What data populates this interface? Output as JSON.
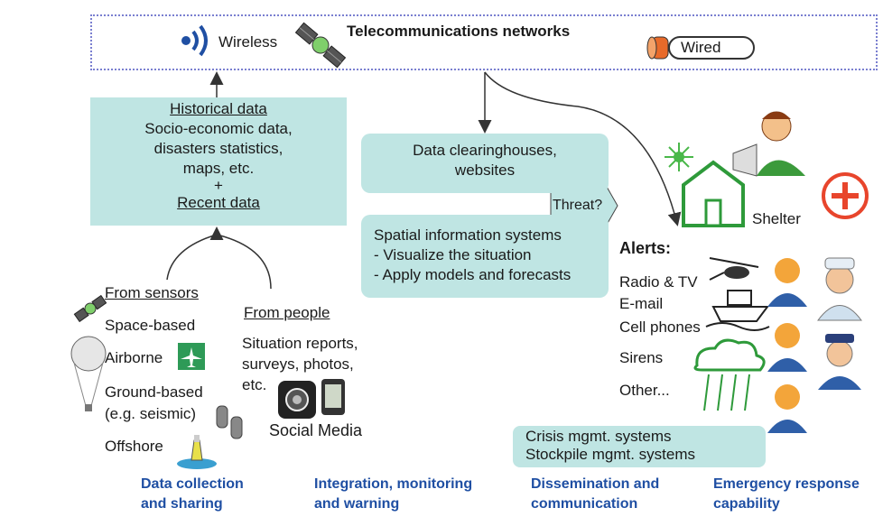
{
  "network": {
    "title": "Telecommunications networks",
    "wireless": "Wireless",
    "wired": "Wired"
  },
  "historical": {
    "heading": "Historical data",
    "line1": "Socio-economic data,",
    "line2": "disasters statistics,",
    "line3": "maps, etc.",
    "plus": "+",
    "recent": "Recent data"
  },
  "sensors": {
    "heading": "From sensors",
    "space": "Space-based",
    "airborne": "Airborne",
    "ground1": "Ground-based",
    "ground2": "(e.g. seismic)",
    "offshore": "Offshore"
  },
  "people": {
    "heading": "From people",
    "line1": "Situation reports,",
    "line2": "surveys, photos,",
    "line3": "etc.",
    "social": "Social Media"
  },
  "clearing": {
    "line1": "Data clearinghouses,",
    "line2": "websites"
  },
  "threat": "Threat?",
  "spatial": {
    "line1": "Spatial information systems",
    "line2": "- Visualize the situation",
    "line3": "- Apply models and forecasts"
  },
  "alerts": {
    "heading": "Alerts:",
    "items": [
      "Radio & TV",
      "E-mail",
      "Cell phones",
      "Sirens",
      "Other..."
    ]
  },
  "shelter": "Shelter",
  "crisis": {
    "line1": "Crisis mgmt. systems",
    "line2": "Stockpile mgmt. systems"
  },
  "stages": [
    {
      "line1": "Data collection",
      "line2": "and sharing"
    },
    {
      "line1": "Integration, monitoring",
      "line2": "and warning"
    },
    {
      "line1": "Dissemination and",
      "line2": "communication"
    },
    {
      "line1": "Emergency response",
      "line2": "capability"
    }
  ],
  "colors": {
    "teal_box": "#bfe5e3",
    "stage_text": "#1f4fa3",
    "dotted_border": "#7a7fd0",
    "shelter_green": "#2e9a3a",
    "red_cross": "#e8452c",
    "person_orange": "#e88a1a",
    "person_blue": "#2f5fa8"
  }
}
